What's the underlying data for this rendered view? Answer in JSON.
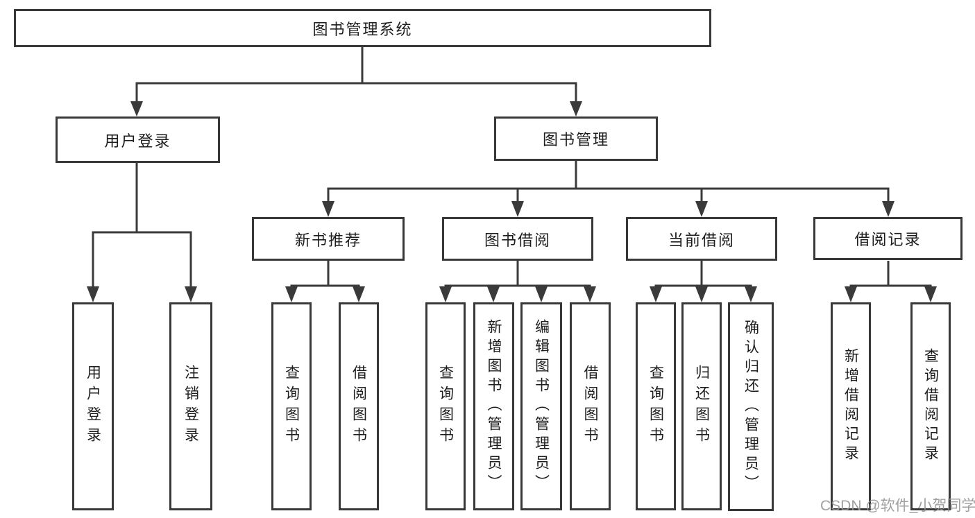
{
  "style": {
    "line_color": "#3a3a3a",
    "box_border_color": "#383838",
    "box_fill": "#ffffff",
    "text_color": "#1d1d1d",
    "watermark_color": "#949292"
  },
  "watermark": {
    "text": "CSDN @软件_小贺同学"
  },
  "tree": {
    "root": {
      "label": "图书管理系统",
      "children": [
        {
          "label": "用户登录",
          "children": [
            {
              "label": "用户登录"
            },
            {
              "label": "注销登录"
            }
          ]
        },
        {
          "label": "图书管理",
          "children": [
            {
              "label": "新书推荐",
              "children": [
                {
                  "label": "查询图书"
                },
                {
                  "label": "借阅图书"
                }
              ]
            },
            {
              "label": "图书借阅",
              "children": [
                {
                  "label": "查询图书"
                },
                {
                  "label": "新增图书（管理员）"
                },
                {
                  "label": "编辑图书（管理员）"
                },
                {
                  "label": "借阅图书"
                }
              ]
            },
            {
              "label": "当前借阅",
              "children": [
                {
                  "label": "查询图书"
                },
                {
                  "label": "归还图书"
                },
                {
                  "label": "确认归还（管理员）"
                }
              ]
            },
            {
              "label": "借阅记录",
              "children": [
                {
                  "label": "新增借阅记录"
                },
                {
                  "label": "查询借阅记录"
                }
              ]
            }
          ]
        }
      ]
    }
  }
}
